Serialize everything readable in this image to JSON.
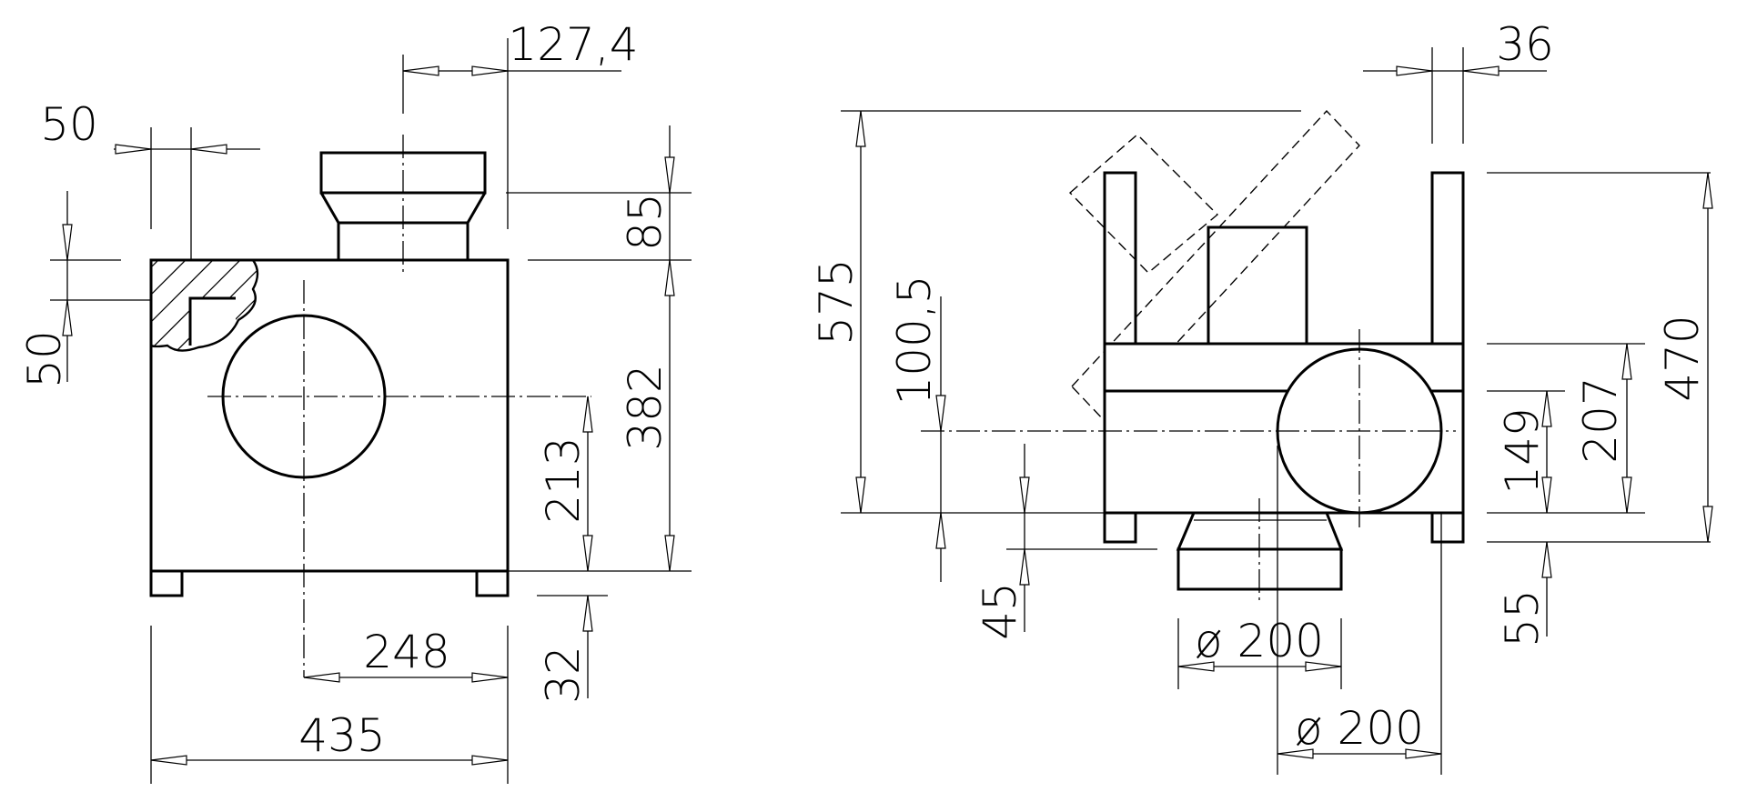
{
  "dimensions": {
    "left_top_offset": "127,4",
    "left_wall_50_horizontal": "50",
    "left_wall_50_vertical": "50",
    "left_nozzle_height": "85",
    "left_body_height": "382",
    "left_center_height": "213",
    "left_feet_height": "32",
    "left_center_offset": "248",
    "left_total_width": "435",
    "right_plate_thickness": "36",
    "right_total_height": "575",
    "right_center_height": "100,5",
    "right_feet_height": "45",
    "right_outlet_diameter": "ø 200",
    "right_inlet_diameter": "ø 200",
    "right_frame_height": "470",
    "right_band_height": "207",
    "right_center_from_bottom": "149",
    "right_bottom_offset": "55"
  }
}
